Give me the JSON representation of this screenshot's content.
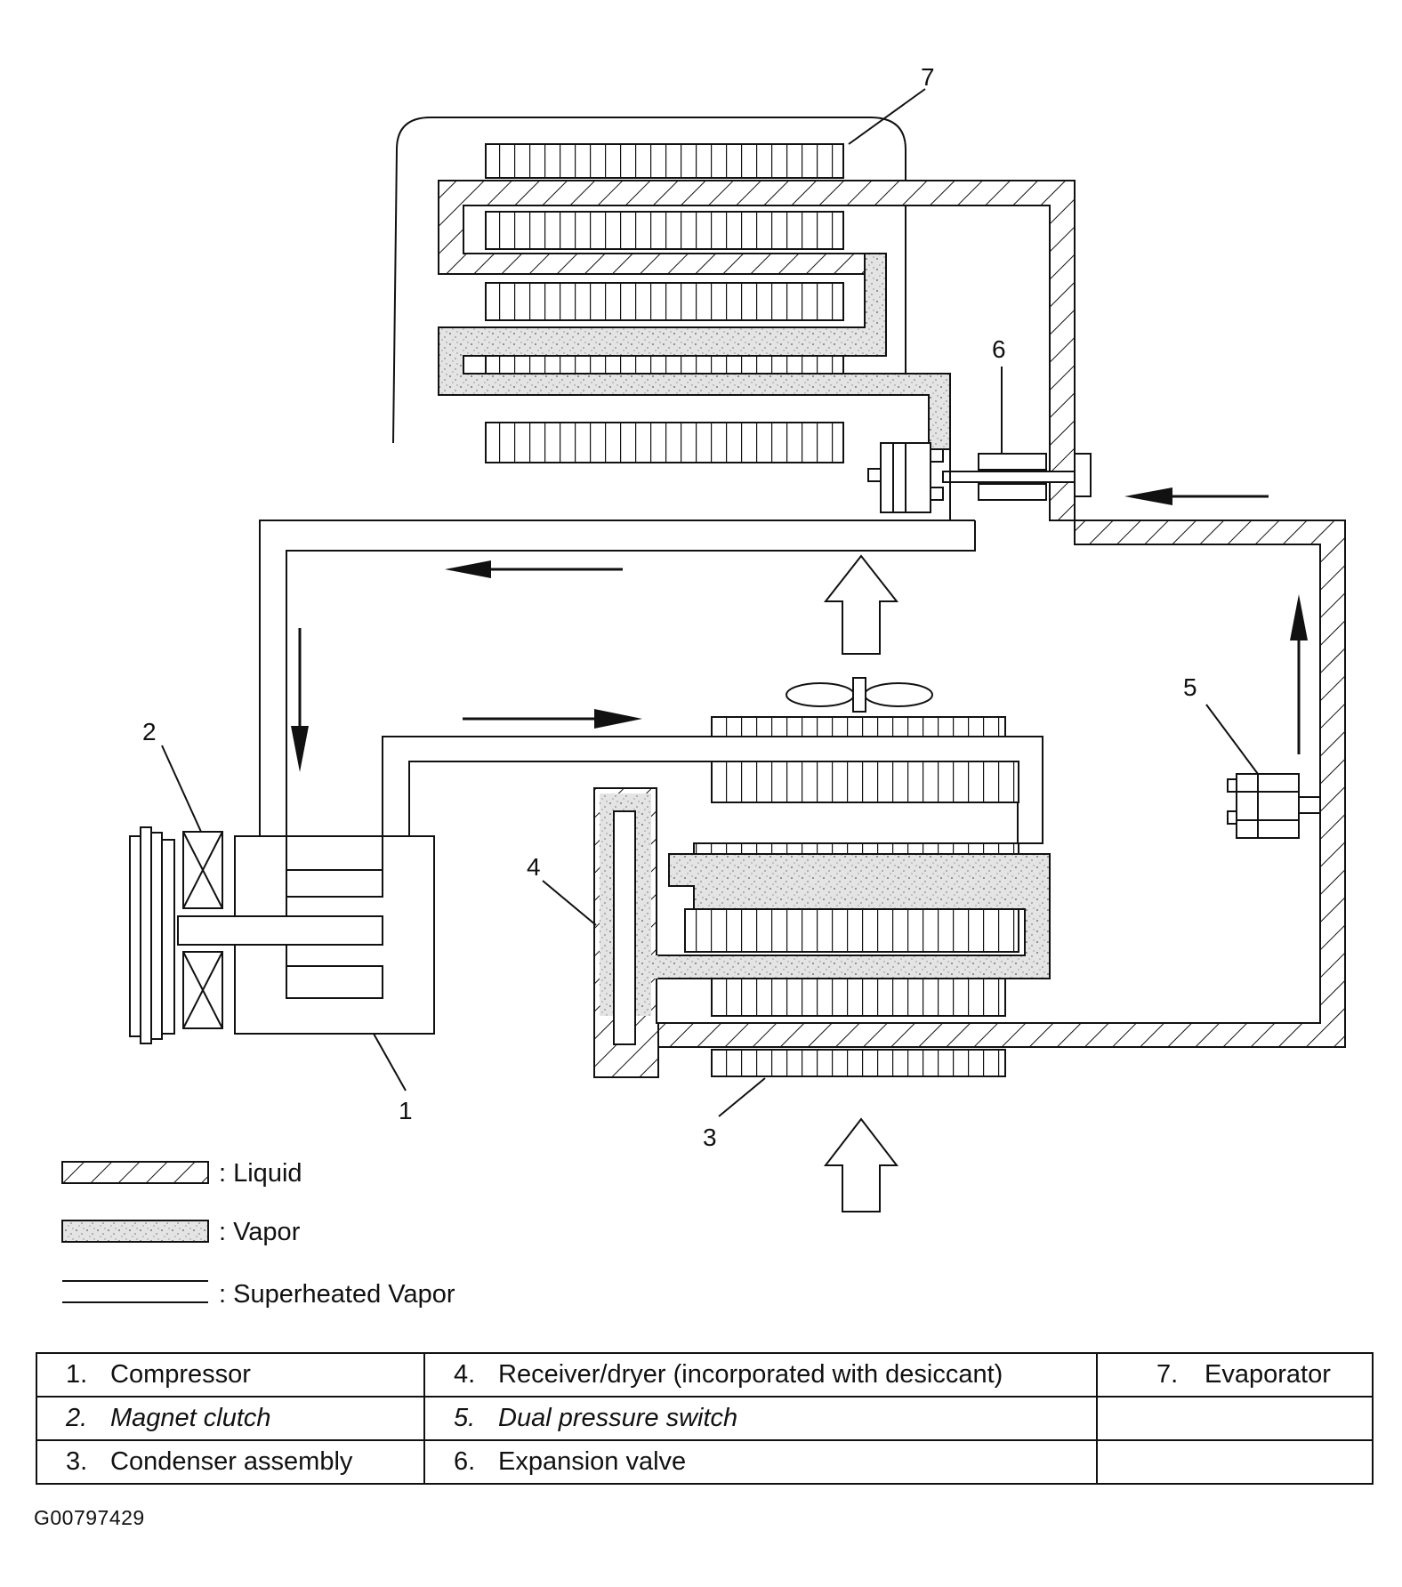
{
  "callouts": {
    "c1": "1",
    "c2": "2",
    "c3": "3",
    "c4": "4",
    "c5": "5",
    "c6": "6",
    "c7": "7"
  },
  "legend": {
    "liquid": ": Liquid",
    "vapor": ": Vapor",
    "superheated": ": Superheated Vapor"
  },
  "parts": {
    "p1": {
      "num": "1.",
      "name": "Compressor"
    },
    "p2": {
      "num": "2.",
      "name": "Magnet clutch"
    },
    "p3": {
      "num": "3.",
      "name": "Condenser assembly"
    },
    "p4": {
      "num": "4.",
      "name": "Receiver/dryer (incorporated with desiccant)"
    },
    "p5": {
      "num": "5.",
      "name": "Dual pressure switch"
    },
    "p6": {
      "num": "6.",
      "name": "Expansion valve"
    },
    "p7": {
      "num": "7.",
      "name": "Evaporator"
    }
  },
  "figure_id": "G00797429",
  "colors": {
    "line": "#111111",
    "vapor_fill": "#dcdcdc",
    "background": "#ffffff"
  }
}
